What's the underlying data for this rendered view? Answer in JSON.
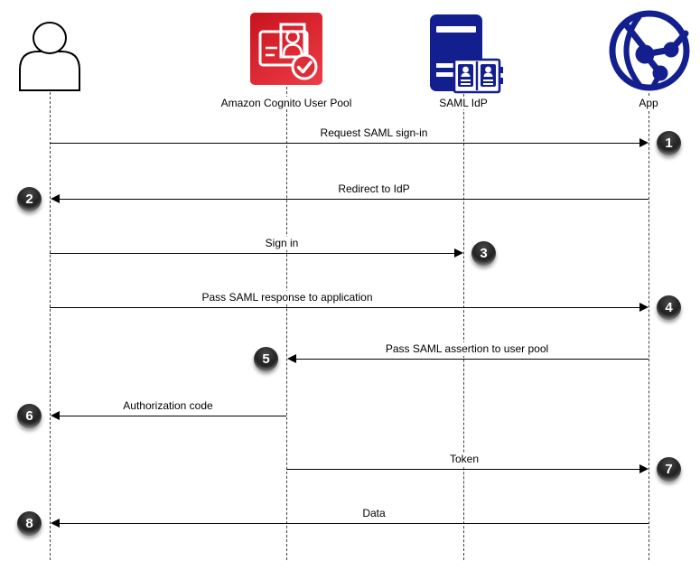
{
  "diagram": {
    "type": "sequence",
    "actors": [
      {
        "id": "user",
        "label": "",
        "icon": "person-icon"
      },
      {
        "id": "cognito",
        "label": "Amazon Cognito User Pool",
        "icon": "cognito-user-pool-icon"
      },
      {
        "id": "idp",
        "label": "SAML IdP",
        "icon": "saml-idp-server-icon"
      },
      {
        "id": "app",
        "label": "App",
        "icon": "app-globe-icon"
      }
    ],
    "messages": [
      {
        "step": 1,
        "label": "Request SAML sign-in",
        "from": "user",
        "to": "app"
      },
      {
        "step": 2,
        "label": "Redirect to IdP",
        "from": "app",
        "to": "user"
      },
      {
        "step": 3,
        "label": "Sign in",
        "from": "user",
        "to": "idp"
      },
      {
        "step": 4,
        "label": "Pass SAML response to application",
        "from": "user",
        "to": "app"
      },
      {
        "step": 5,
        "label": "Pass SAML assertion to user pool",
        "from": "app",
        "to": "cognito"
      },
      {
        "step": 6,
        "label": "Authorization code",
        "from": "cognito",
        "to": "user"
      },
      {
        "step": 7,
        "label": "Token",
        "from": "cognito",
        "to": "app"
      },
      {
        "step": 8,
        "label": "Data",
        "from": "app",
        "to": "user"
      }
    ],
    "colors": {
      "navy": "#141f8f",
      "red_dark": "#c7131e",
      "red_light": "#ee3d48",
      "arrow": "#000000",
      "badge": "#1a1a1a",
      "line_art": "#ffffff"
    }
  }
}
